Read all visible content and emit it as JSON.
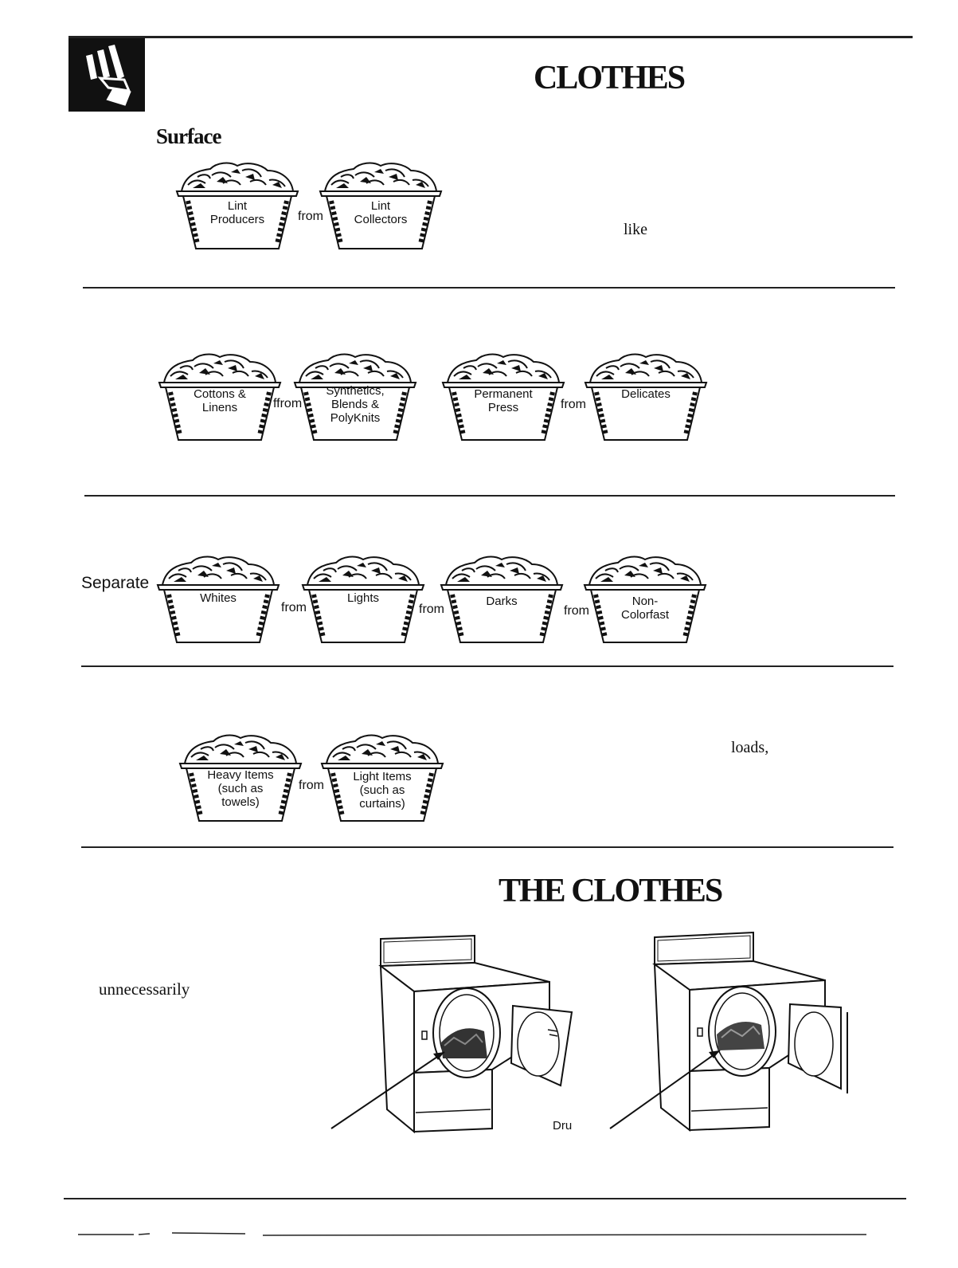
{
  "header": {
    "title": "CLOTHES",
    "icon": "hand-pressing-button-icon"
  },
  "section_surface": {
    "heading": "Surface",
    "baskets": [
      "Lint\nProducers",
      "Lint\nCollectors"
    ],
    "connector": "from",
    "side_text": "like"
  },
  "section_fabric": {
    "baskets": [
      "Cottons &\nLinens",
      "Synthetics,\nBlends &\nPolyKnits",
      "Permanent\nPress",
      "Delicates"
    ],
    "connectors": [
      "ffrom",
      "from"
    ]
  },
  "section_color": {
    "lead": "Separate",
    "baskets": [
      "Whites",
      "Lights",
      "Darks",
      "Non-\nColorfast"
    ],
    "connectors": [
      "from",
      "from",
      "from"
    ]
  },
  "section_weight": {
    "baskets": [
      "Heavy Items\n(such as\ntowels)",
      "Light Items\n(such as\ncurtains)"
    ],
    "connector": "from",
    "side_text": "loads,"
  },
  "section_load": {
    "title": "THE CLOTHES",
    "side_text": "unnecessarily",
    "caption": "Dru"
  },
  "colors": {
    "ink": "#111111",
    "icon_bg": "#111111",
    "paper": "#ffffff"
  }
}
